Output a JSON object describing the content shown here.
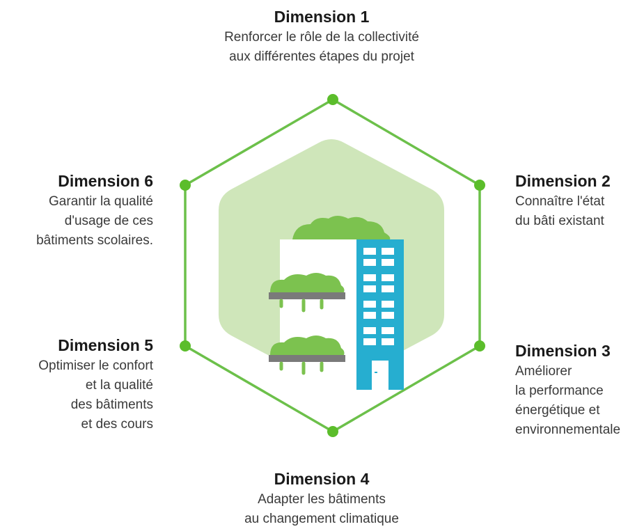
{
  "colors": {
    "accent_green": "#6cc04a",
    "hexagon_fill": "#cfe6ba",
    "tree_green": "#7cc24f",
    "building_blue": "#26aed0"
  },
  "dimensions": [
    {
      "title": "Dimension 1",
      "lines": [
        "Renforcer le rôle de la collectivité",
        "aux différentes étapes du projet"
      ]
    },
    {
      "title": "Dimension 2",
      "lines": [
        "Connaître l'état",
        "du bâti existant"
      ]
    },
    {
      "title": "Dimension 3",
      "lines": [
        "Améliorer",
        "la performance",
        "énergétique et",
        "environnementale"
      ]
    },
    {
      "title": "Dimension 4",
      "lines": [
        "Adapter les bâtiments",
        "au changement climatique"
      ]
    },
    {
      "title": "Dimension 5",
      "lines": [
        "Optimiser le confort",
        "et la qualité",
        "des bâtiments",
        "et des cours"
      ]
    },
    {
      "title": "Dimension 6",
      "lines": [
        "Garantir la qualité",
        "d'usage de ces",
        "bâtiments scolaires."
      ]
    }
  ]
}
